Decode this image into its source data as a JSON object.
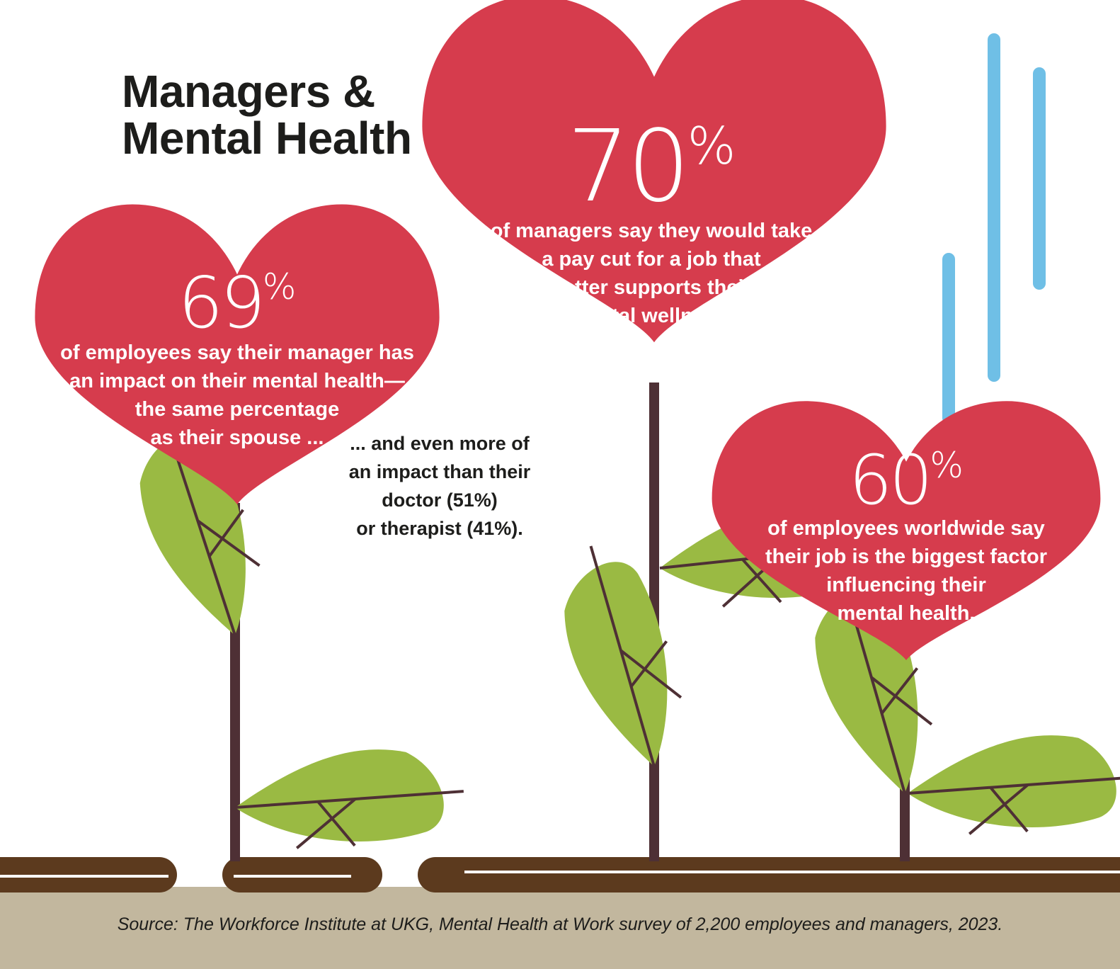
{
  "title": {
    "line1": "Managers &",
    "line2": "Mental Health"
  },
  "stats": [
    {
      "value": "69",
      "unit": "%",
      "lines": [
        "of employees say their manager has",
        "an impact on their mental health—",
        "the same percentage",
        "as their spouse ..."
      ]
    },
    {
      "value": "70",
      "unit": "%",
      "lines": [
        "of managers say they would take",
        "a pay cut for a job that",
        "better supports their",
        "mental wellness."
      ]
    },
    {
      "value": "60",
      "unit": "%",
      "lines": [
        "of employees worldwide say",
        "their job is the biggest factor",
        "influencing their",
        "mental health."
      ]
    }
  ],
  "aside": {
    "lines": [
      "... and even more of",
      "an impact than their",
      "doctor (51%)",
      "or therapist (41%)."
    ]
  },
  "source": "Source: The Workforce Institute at UKG, Mental Health at Work survey of 2,200 employees and managers, 2023.",
  "colors": {
    "heart": "#d63c4d",
    "leaf": "#9aba43",
    "stem": "#4e3035",
    "soil": "#5c3a1e",
    "ground": "#c2b79e",
    "rain": "#6fbfe6",
    "text_dark": "#1d1d1b"
  }
}
